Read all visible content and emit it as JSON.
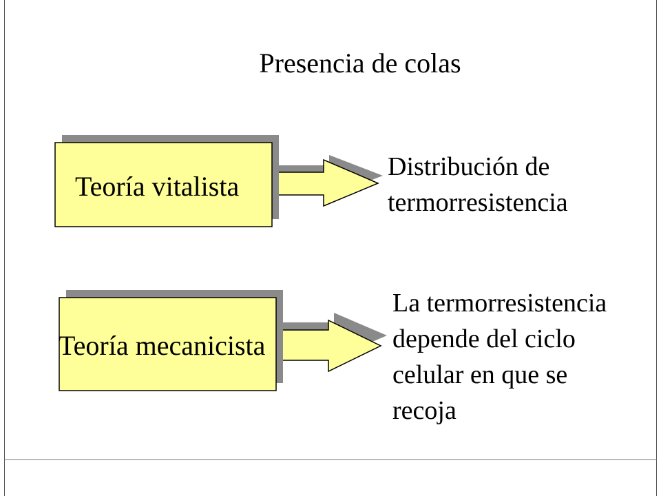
{
  "title": "Presencia de colas",
  "theories": [
    {
      "label": "Teoría vitalista",
      "result_lines": [
        "Distribución de",
        "termorresistencia"
      ]
    },
    {
      "label": "Teoría mecanicista",
      "result_lines": [
        "La termorresistencia",
        "depende del ciclo",
        "celular en que se",
        "recoja"
      ]
    }
  ],
  "colors": {
    "box_fill": "#ffff99",
    "arrow_fill": "#ffff99",
    "shadow": "#8a8a8a",
    "outline": "#000000"
  }
}
